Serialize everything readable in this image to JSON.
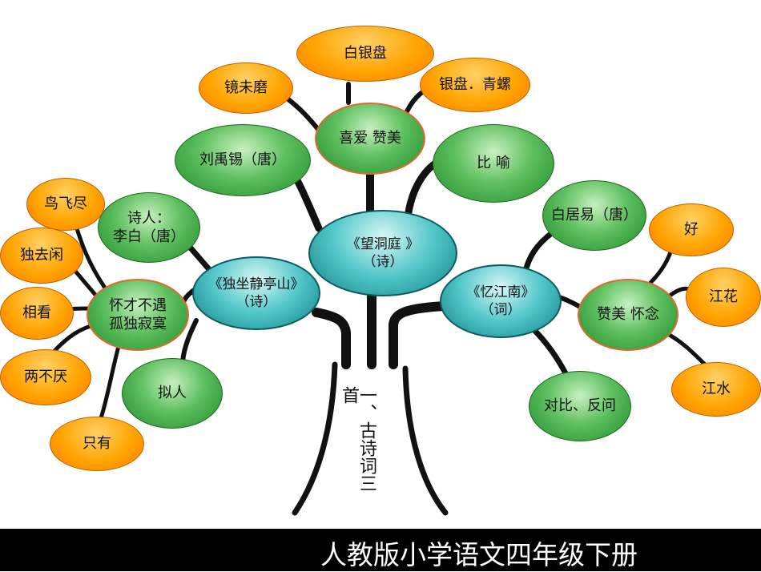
{
  "trunk_label": "一、古诗词三首",
  "center_poem": {
    "title": "《望洞庭 》",
    "type": "（诗）"
  },
  "left_poem": {
    "title": "《独坐静亭山》",
    "type": "（诗）"
  },
  "right_poem": {
    "title": "《忆江南》",
    "type": "（词）"
  },
  "top_branch": {
    "author": "刘禹锡（唐）",
    "emotion": "喜爱  赞美",
    "device": "比   喻",
    "leaves": [
      "镜未磨",
      "白银盘",
      "银盘．青螺"
    ]
  },
  "left_branch": {
    "author_line1": "诗人：",
    "author_line2": "李白（唐）",
    "emotion_line1": "怀才不遇",
    "emotion_line2": "孤独寂寞",
    "device": "拟人",
    "leaves": [
      "鸟飞尽",
      "独去闲",
      "相看",
      "两不厌",
      "只有"
    ]
  },
  "right_branch": {
    "author": "白居易（唐）",
    "emotion": "赞美  怀念",
    "device": "对比、反问",
    "leaves": [
      "好",
      "江花",
      "江水"
    ]
  },
  "footer": {
    "title": "人教版小学语文四年级下册"
  },
  "colors": {
    "leaf": "#ffa400",
    "branch_node": "#3aa540",
    "poem_node": "#3bb5b8",
    "footer_bg": "#000000"
  }
}
